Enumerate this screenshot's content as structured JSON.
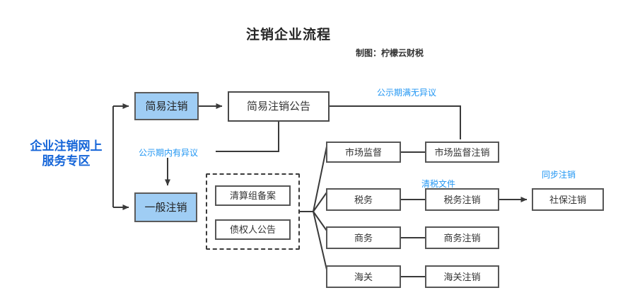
{
  "header": {
    "title": "注销企业流程",
    "subtitle": "制图：柠檬云财税"
  },
  "root": {
    "label_line1": "企业注销网上",
    "label_line2": "服务专区"
  },
  "colors": {
    "node_fill_highlight": "#9fcdf4",
    "node_border": "#4a4a4a",
    "root_text": "#1565d8",
    "edge_label": "#2196f3",
    "title_text": "#262626"
  },
  "nodes": {
    "simple_cancel": "简易注销",
    "simple_cancel_notice": "简易注销公告",
    "general_cancel": "一般注销",
    "liquidation_filing": "清算组备案",
    "creditor_notice": "债权人公告",
    "market_supervision": "市场监督",
    "market_supervision_cancel": "市场监督注销",
    "tax": "税务",
    "tax_cancel": "税务注销",
    "commerce": "商务",
    "commerce_cancel": "商务注销",
    "customs": "海关",
    "customs_cancel": "海关注销",
    "social_security_cancel": "社保注销"
  },
  "edge_labels": {
    "no_objection": "公示期满无异议",
    "objection_raised": "公示期内有异议",
    "tax_clearance_doc": "清税文件",
    "sync_cancel": "同步注销"
  }
}
